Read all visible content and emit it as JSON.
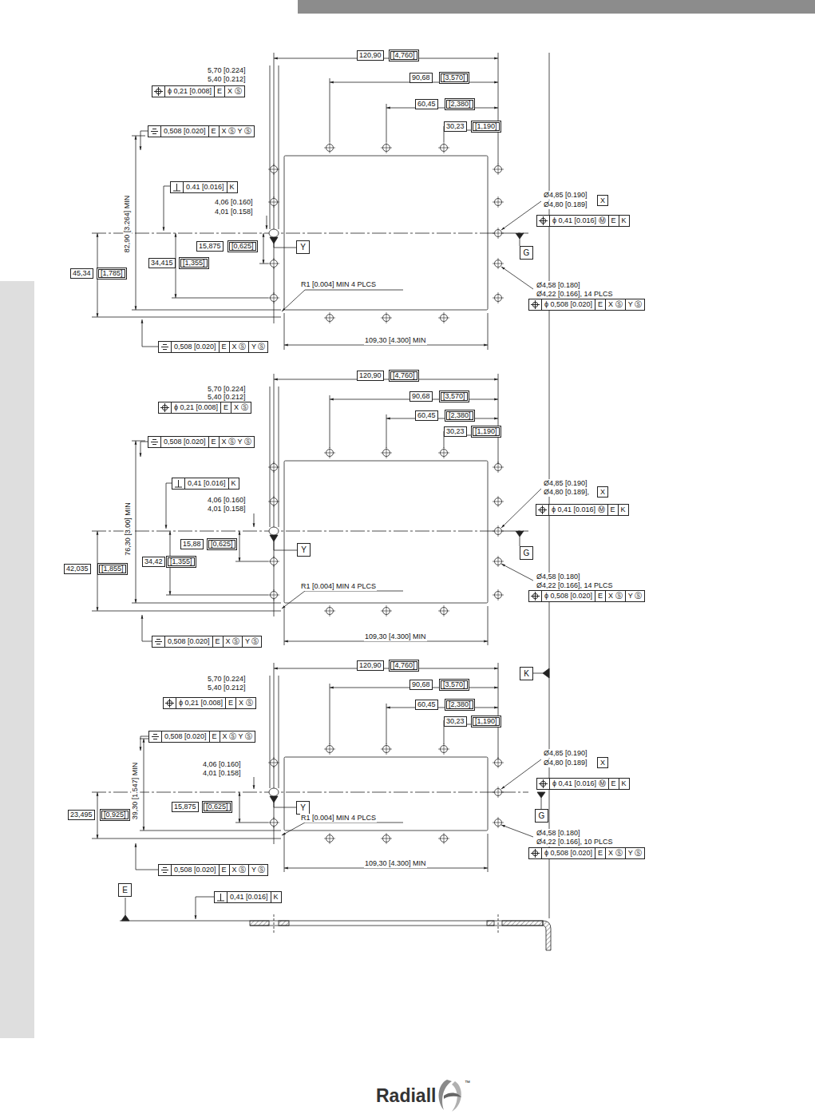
{
  "diagram": {
    "nodes": [
      {
        "text": [
          "ϕ 0,21 [0.008]",
          "E",
          "X Ⓢ"
        ]
      },
      {
        "text": [
          "0,508 [0.020]",
          "E",
          "X Ⓢ Y Ⓢ"
        ]
      },
      {
        "text": [
          "0.41 [0.016]",
          "K"
        ]
      },
      {
        "text": [
          "Y"
        ]
      },
      {
        "text": [
          "X"
        ]
      },
      {
        "text": [
          "ϕ 0,41 [0.016] Ⓜ",
          "E",
          "K"
        ]
      },
      {
        "text": [
          "G"
        ]
      },
      {
        "text": [
          "ϕ 0,508 [0.020]",
          "E",
          "X Ⓢ",
          "Y Ⓢ"
        ]
      },
      {
        "text": [
          "0,508 [0.020]",
          "E",
          "X Ⓢ",
          "Y Ⓢ"
        ]
      },
      {
        "text": [
          "ϕ 0,21 [0.008]",
          "E",
          "X Ⓢ"
        ]
      },
      {
        "text": [
          "0,508 [0.020]",
          "E",
          "X Ⓢ Y Ⓢ"
        ]
      },
      {
        "text": [
          "0,41 [0.016]",
          "K"
        ]
      },
      {
        "text": [
          "Y"
        ]
      },
      {
        "text": [
          "X"
        ]
      },
      {
        "text": [
          "ϕ 0,41 [0.016] Ⓜ",
          "E",
          "K"
        ]
      },
      {
        "text": [
          "G"
        ]
      },
      {
        "text": [
          "ϕ 0,508 [0.020]",
          "E",
          "X Ⓢ",
          "Y Ⓢ"
        ]
      },
      {
        "text": [
          "0,508 [0.020]",
          "E",
          "X Ⓢ",
          "Y Ⓢ"
        ]
      },
      {
        "text": [
          "ϕ 0,21 [0.008]",
          "E",
          "X Ⓢ"
        ]
      },
      {
        "text": [
          "K"
        ]
      },
      {
        "text": [
          "0,508 [0.020]",
          "E",
          "X Ⓢ Y Ⓢ"
        ]
      },
      {
        "text": [
          "Y"
        ]
      },
      {
        "text": [
          "X"
        ]
      },
      {
        "text": [
          "ϕ 0,41 [0.016] Ⓜ",
          "E",
          "K"
        ]
      },
      {
        "text": [
          "G"
        ]
      },
      {
        "text": [
          "ϕ 0,508 [0.020]",
          "E",
          "X Ⓢ",
          "Y Ⓢ"
        ]
      },
      {
        "text": [
          "0,508 [0.020]",
          "E",
          "X Ⓢ",
          "Y Ⓢ"
        ]
      },
      {
        "text": [
          "E"
        ]
      },
      {
        "text": [
          "0,41 [0.016]",
          "K"
        ]
      }
    ],
    "labels": [
      "5,70 [0.224]",
      "5,40 [0.212]",
      "120,90",
      "[4,760]",
      "90,68",
      "[3,570]",
      "60,45",
      "[2,380]",
      "30,23",
      "[1,190]",
      "82,90 [3.264] MIN",
      "4,06 [0.160]",
      "4,01 [0.158]",
      "15,875",
      "[0,625]",
      "45,34",
      "[1,785]",
      "34,415",
      "[1,355]",
      "Ø4,85 [0.190]",
      "Ø4,80 [0.189]",
      "R1 [0.004] MIN 4 PLCS",
      "Ø4,58 [0.180]",
      "Ø4,22 [0.166], 14 PLCS",
      "109,30 [4.300] MIN",
      "5,70 [0.224]",
      "5,40 [0.212]",
      "120,90",
      "[4,760]",
      "90,68",
      "[3,570]",
      "60,45",
      "[2,380]",
      "30,23",
      "[1,190]",
      "76,30 [3.00] MIN",
      "4,06 [0.160]",
      "4,01 [0.158]",
      "15,88",
      "[0,625]",
      "42,035",
      "[1,855]",
      "34,42",
      "[1,355]",
      "Ø4,85 [0.190]",
      "Ø4,80 [0.189],",
      "R1 [0.004] MIN 4 PLCS",
      "Ø4,58 [0.180]",
      "Ø4,22 [0.166], 14 PLCS",
      "109,30 [4.300] MIN",
      "5,70 [0.224]",
      "5,40 [0.212]",
      "120,90",
      "[4,760]",
      "90,68",
      "[3,570]",
      "60,45",
      "[2,380]",
      "30,23",
      "[1,190]",
      "39,30 [1.547] MIN",
      "4,06 [0.160]",
      "4,01 [0.158]",
      "15,875",
      "[0,625]",
      "23,495",
      "[0,925]",
      "Ø4,85 [0.190]",
      "Ø4,80 [0.189]",
      "R1 [0.004] MIN 4 PLCS",
      "Ø4,58 [0.180]",
      "Ø4,22 [0.166], 10 PLCS",
      "109,30 [4.300] MIN",
      "Radiall",
      "™"
    ]
  }
}
